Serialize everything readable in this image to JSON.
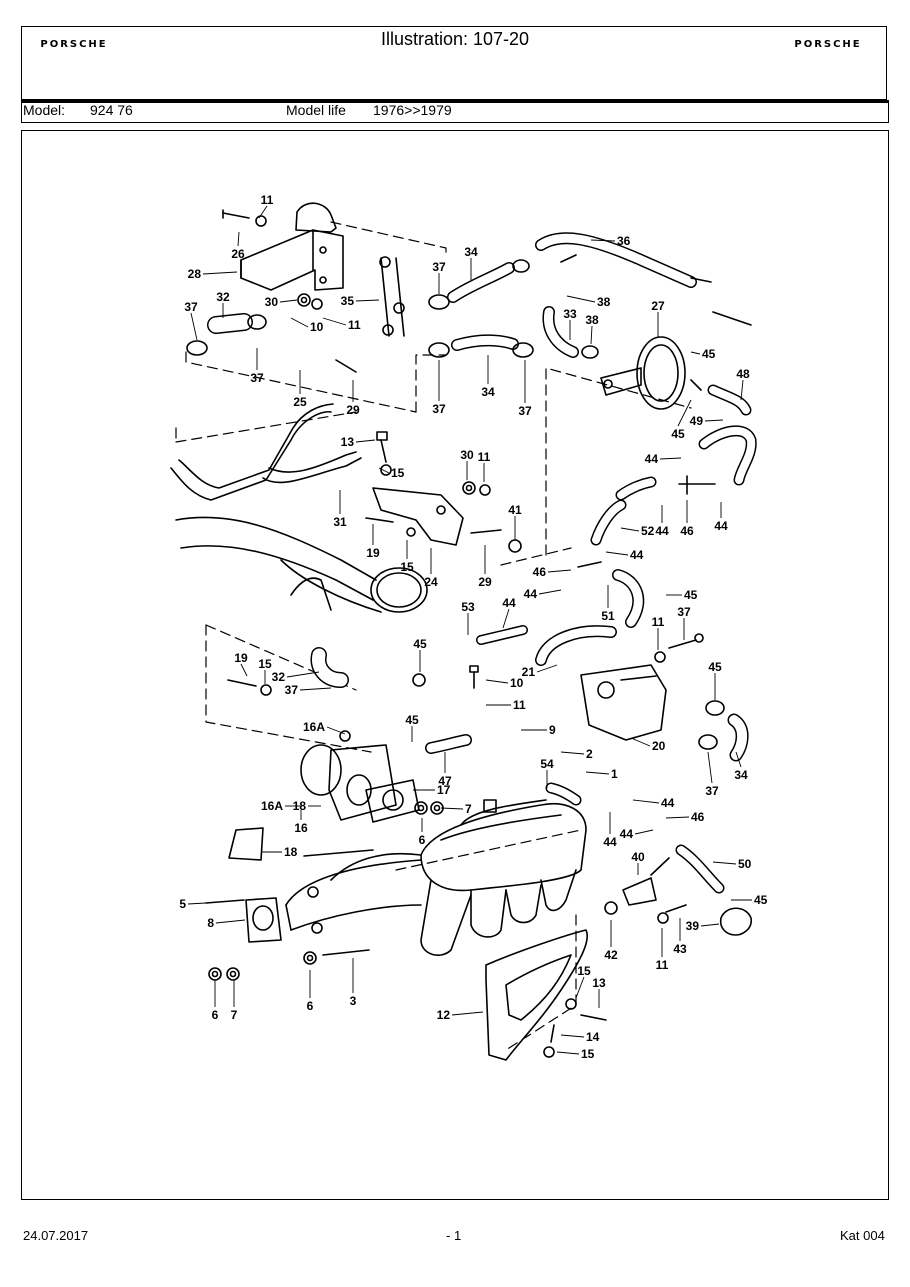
{
  "header": {
    "title": "Illustration: 107-20",
    "brand_left": "PORSCHE",
    "brand_right": "PORSCHE",
    "model_label": "Model:",
    "model_value": "924 76",
    "model_life_label": "Model life",
    "model_life_value": "1976>>1979"
  },
  "diagram": {
    "callouts": [
      "11",
      "26",
      "28",
      "37",
      "34",
      "36",
      "37",
      "35",
      "30",
      "32",
      "11",
      "10",
      "38",
      "33",
      "38",
      "27",
      "37",
      "25",
      "29",
      "37",
      "34",
      "37",
      "45",
      "48",
      "13",
      "45",
      "49",
      "15",
      "30",
      "11",
      "44",
      "31",
      "44",
      "46",
      "44",
      "19",
      "15",
      "24",
      "29",
      "41",
      "52",
      "44",
      "46",
      "44",
      "51",
      "45",
      "53",
      "44",
      "21",
      "37",
      "11",
      "19",
      "15",
      "45",
      "45",
      "32",
      "10",
      "37",
      "11",
      "9",
      "16A",
      "20",
      "45",
      "2",
      "37",
      "34",
      "47",
      "54",
      "1",
      "17",
      "16A",
      "18",
      "44",
      "46",
      "16",
      "7",
      "6",
      "44",
      "44",
      "18",
      "50",
      "40",
      "45",
      "5",
      "39",
      "8",
      "11",
      "43",
      "42",
      "6",
      "7",
      "6",
      "3",
      "15",
      "13",
      "12",
      "14",
      "15"
    ]
  },
  "footer": {
    "date": "24.07.2017",
    "page": "- 1",
    "catalog": "Kat 004"
  }
}
